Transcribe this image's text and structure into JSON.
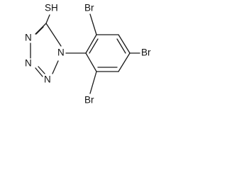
{
  "molecule": {
    "atoms": {
      "thiol": "SH",
      "ring_nitrogen_1": "N",
      "ring_nitrogen_2": "N",
      "ring_nitrogen_3": "N",
      "ring_nitrogen_4": "N",
      "bromine_top": "Br",
      "bromine_right": "Br",
      "bromine_bottom": "Br"
    }
  }
}
